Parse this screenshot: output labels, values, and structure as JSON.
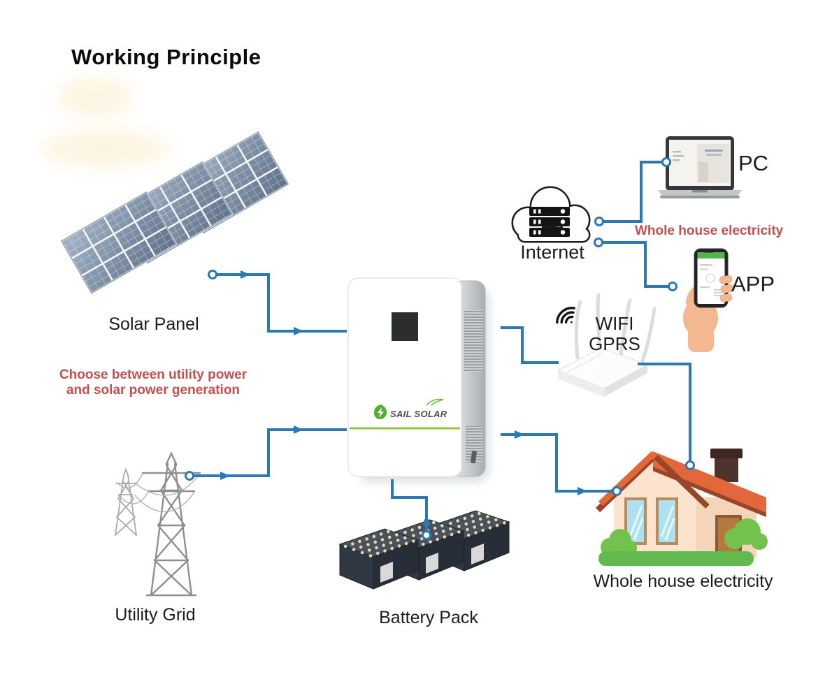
{
  "title": "Working Principle",
  "colors": {
    "connector_blue": "#2b78b5",
    "note_red": "#c34f4f",
    "brand_green": "#8dc63f"
  },
  "labels": {
    "solar_panel": "Solar Panel",
    "utility_grid": "Utility Grid",
    "battery_pack": "Battery Pack",
    "internet": "Internet",
    "pc": "PC",
    "app": "APP",
    "wifi_line1": "WIFI",
    "wifi_line2": "GPRS",
    "house": "Whole house electricity"
  },
  "notes": {
    "choose_line1": "Choose between utility power",
    "choose_line2": "and solar power generation",
    "whole_house": "Whole house electricity"
  },
  "inverter": {
    "brand": "SAIL SOLAR"
  }
}
